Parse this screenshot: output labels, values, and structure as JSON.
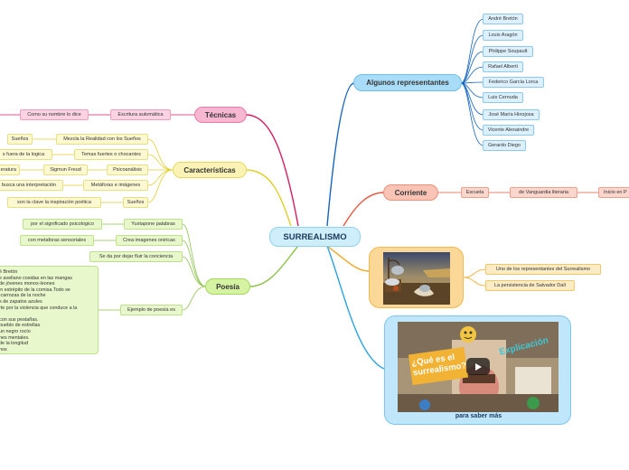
{
  "center": "SURREALISMO",
  "representantes": {
    "title": "Algunos representantes",
    "items": [
      "André Bretón",
      "Louis Aragón",
      "Philippe Soupault",
      "Rafael Alberti",
      "Federico García Lorca",
      "Luis Cernuda",
      "José María Hinojosa",
      "Vicente Alexaindre",
      "Gerardo Diego"
    ]
  },
  "corriente": {
    "title": "Corriente",
    "escuela": "Escuela",
    "vanguardia": "de Vanguardia literaria",
    "inicio": "Inicio en P"
  },
  "tecnicas": {
    "title": "Técnicas",
    "escritura": "Escritura automática",
    "como": "Como su nombre lo dice"
  },
  "caracteristicas": {
    "title": "Características",
    "mezcla": "Mezcla la Realidad con los Sueños",
    "suenos1": "Sueños",
    "temas": "Temas fuertes o chocantes",
    "fuera": "s fuera de la logica",
    "psico": "Psicoanálisis",
    "freud": "Sigmun Freud",
    "literatura": "eratura",
    "metaforas": "Metáforas e imágenes",
    "busca": "busca una interpretación",
    "suenos2": "Sueños",
    "clave": "son la clave la inspiración poética"
  },
  "poesia": {
    "title": "Poesía",
    "yuxtapone": "Yuxtapone palabras",
    "significado": "por el significado psicologico",
    "crea": "Crea imagenes oniricas",
    "metaforas": "con metaforas sensoriales",
    "fluir": "Se da por dejar fluir la conciencia",
    "ejemplo": "Ejemplo de poesía es",
    "poem_lines": [
      "é Bretón",
      "e avellano cosidas en las mangas",
      "de jóvenes monos-leones",
      "in estrépito de la cornisa.Todo se",
      " carrozas de la noche",
      "s de zapatos azules",
      "rte por la violencia que conduce a la",
      "",
      "con sus pestañas.",
      "pueblo de estrellas",
      "un negro rocío",
      "nes mentales.",
      "de la longitud",
      "hos"
    ]
  },
  "pintura": {
    "obra1": "Uno de los representantes del Surrealismo",
    "obra2": "La persistencia de Salvador Dalí"
  },
  "video": {
    "overlay_title": "¿Qué es el surrealismo?",
    "overlay_tag": "Explicación",
    "caption": "para saber más"
  },
  "colors": {
    "blue": "#1565c0",
    "red": "#e8573c",
    "pink": "#d81b60",
    "yellow": "#e3cf2a",
    "green": "#8bc34a",
    "orange": "#f5a623",
    "lightblue": "#29a3e0"
  }
}
